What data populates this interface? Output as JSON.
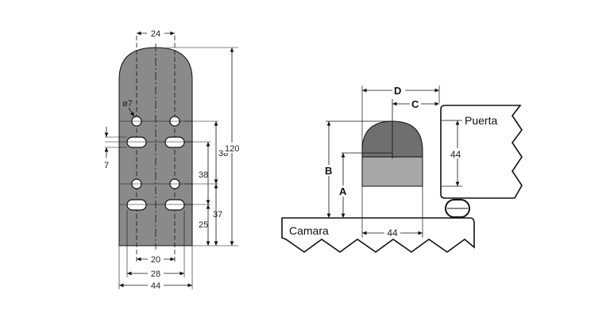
{
  "left_view": {
    "dimensions": {
      "top_width": "24",
      "hole_diameter": "ø7",
      "slot_height": "7",
      "total_height": "120",
      "spacing_upper": "38",
      "spacing_middle": "38",
      "spacing_lower": "37",
      "bottom_offset": "25",
      "inner_width": "20",
      "mid_width": "28",
      "overall_width": "44"
    }
  },
  "right_view": {
    "labels": {
      "door": "Puerta",
      "chamber": "Camara"
    },
    "dimensions": {
      "D": "D",
      "C": "C",
      "B": "B",
      "A": "A",
      "height_44": "44",
      "width_44": "44"
    }
  },
  "colors": {
    "plate_fill": "#8a8a8a",
    "magnet_dark": "#6f6f6f",
    "magnet_light": "#a7a7a7",
    "line": "#111111"
  }
}
